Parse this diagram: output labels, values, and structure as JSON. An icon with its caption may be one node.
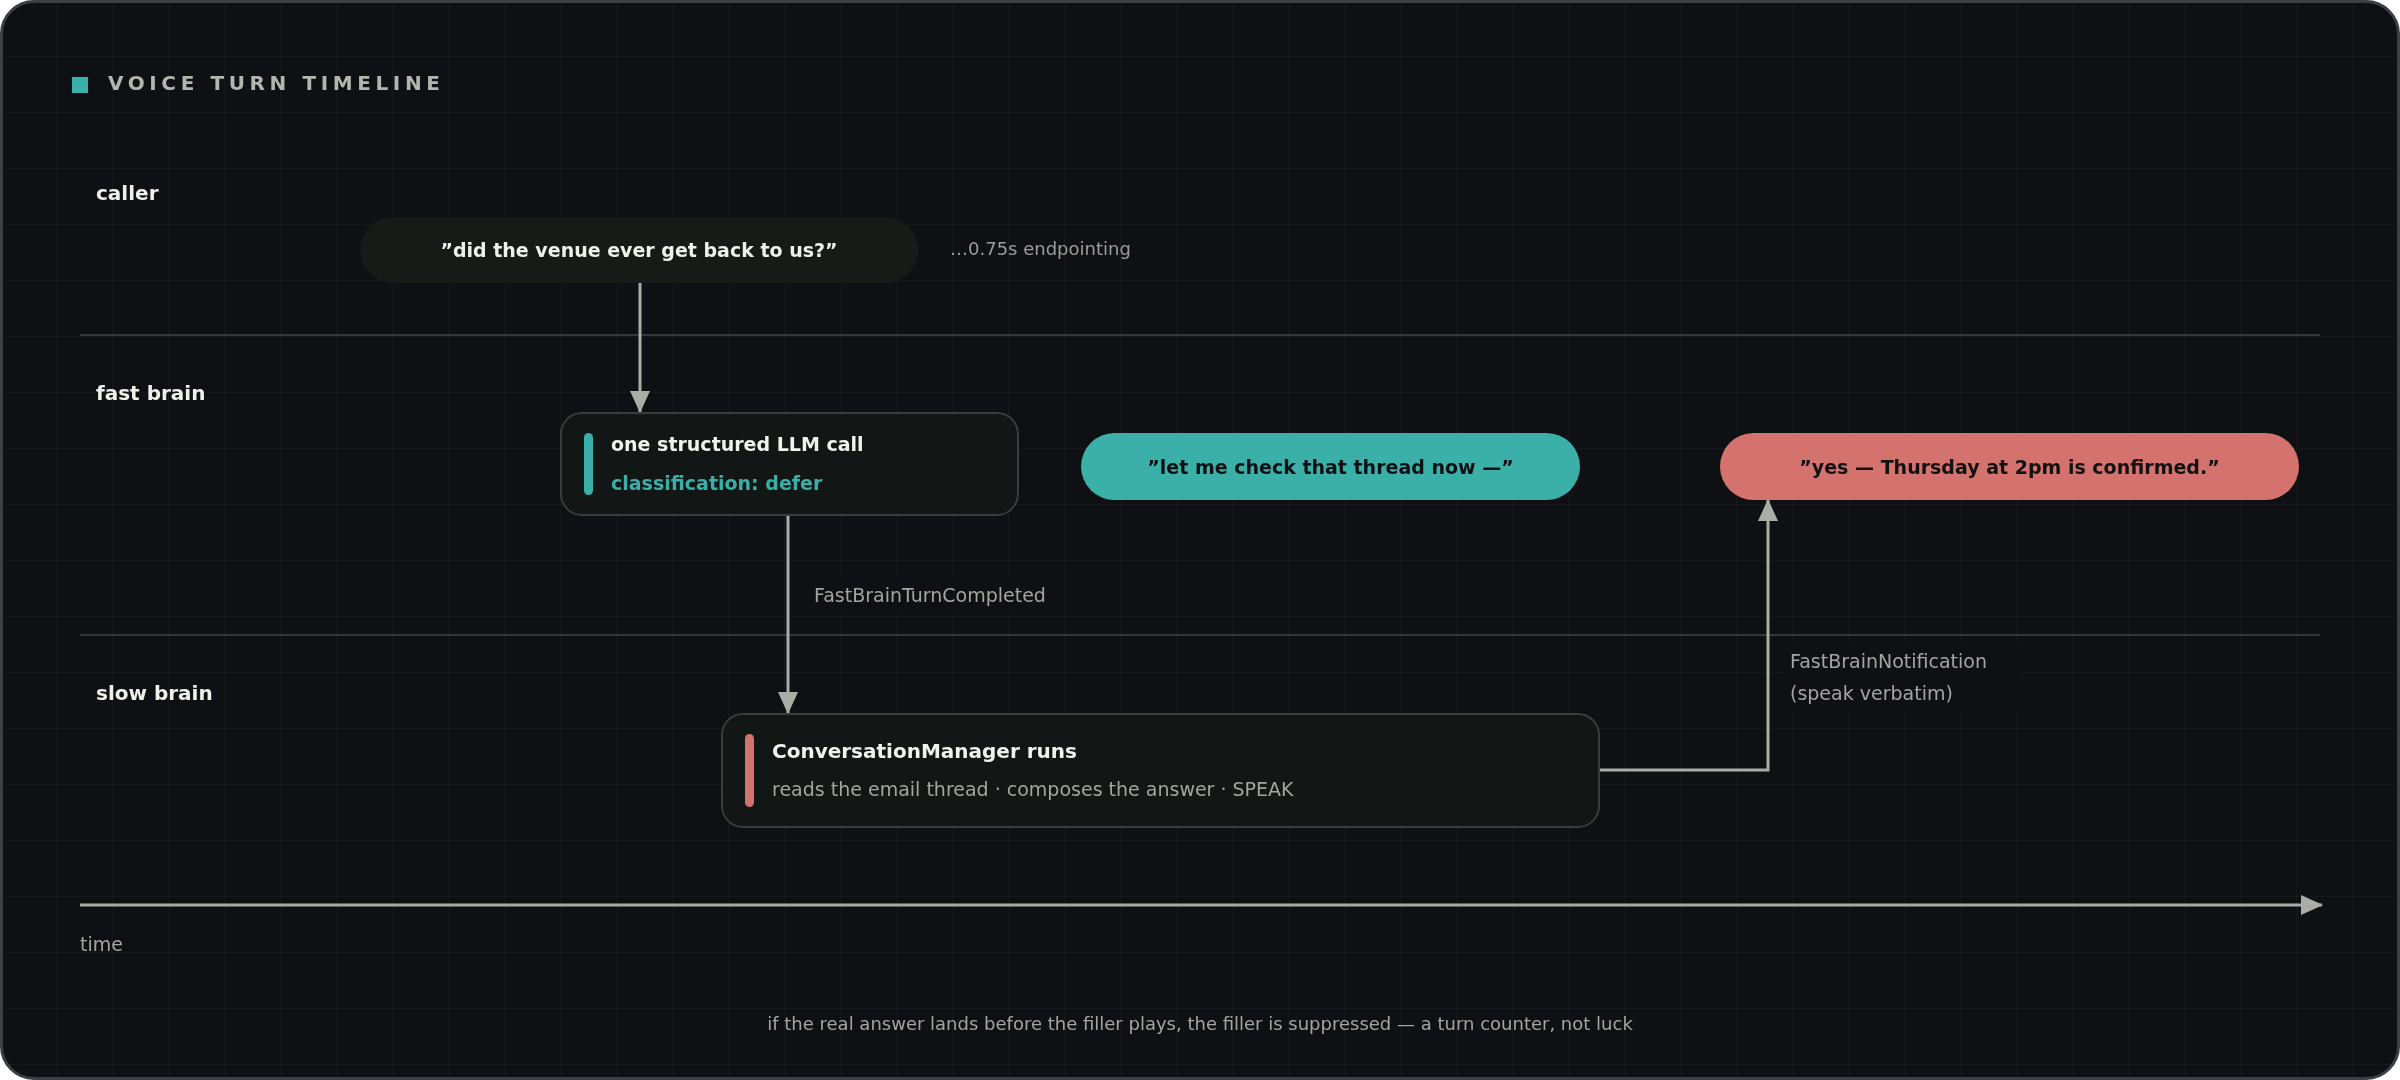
{
  "diagram": {
    "title": "VOICE TURN TIMELINE",
    "caption": "if the real answer lands before the filler plays, the filler is suppressed — a turn counter, not luck",
    "nodes": [
      {
        "text": [
          "”did the venue ever get back to us?”"
        ],
        "beside": [
          "…0.75s endpointing"
        ]
      },
      {
        "text": [
          "one structured LLM call",
          "classification: defer"
        ]
      },
      {
        "text": [
          "”let me check that thread now —”"
        ]
      },
      {
        "text": [
          "”yes — Thursday at 2pm is confirmed.”"
        ]
      },
      {
        "text": [
          "ConversationManager runs",
          "reads the email thread · composes the answer · SPEAK"
        ]
      }
    ],
    "edges": [
      {
        "from": 0,
        "to": 1,
        "arrow": "to"
      },
      {
        "from": 1,
        "to": 4,
        "arrow": "to",
        "label": "FastBrainTurnCompleted"
      },
      {
        "from": 4,
        "to": 3,
        "arrow": "to",
        "label": "FastBrainNotification (speak verbatim)"
      }
    ],
    "labels": [
      "caller",
      "fast brain",
      "slow brain",
      "time"
    ]
  }
}
